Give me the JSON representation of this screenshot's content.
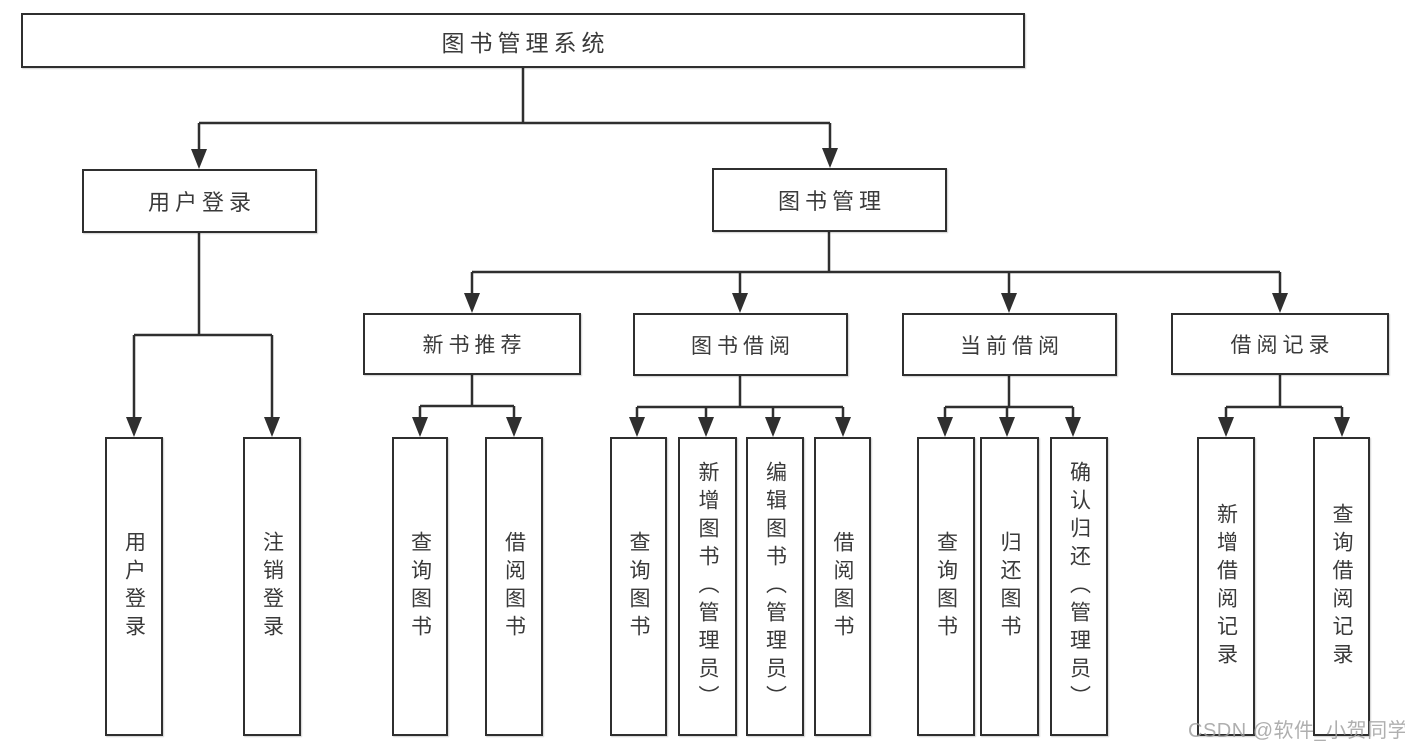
{
  "tree": {
    "label": "图书管理系统",
    "children": [
      {
        "label": "用户登录",
        "children": [
          {
            "label": "用户登录"
          },
          {
            "label": "注销登录"
          }
        ]
      },
      {
        "label": "图书管理",
        "children": [
          {
            "label": "新书推荐",
            "children": [
              {
                "label": "查询图书"
              },
              {
                "label": "借阅图书"
              }
            ]
          },
          {
            "label": "图书借阅",
            "children": [
              {
                "label": "查询图书"
              },
              {
                "label": "新增图书（管理员）"
              },
              {
                "label": "编辑图书（管理员）"
              },
              {
                "label": "借阅图书"
              }
            ]
          },
          {
            "label": "当前借阅",
            "children": [
              {
                "label": "查询图书"
              },
              {
                "label": "归还图书"
              },
              {
                "label": "确认归还（管理员）"
              }
            ]
          },
          {
            "label": "借阅记录",
            "children": [
              {
                "label": "新增借阅记录"
              },
              {
                "label": "查询借阅记录"
              }
            ]
          }
        ]
      }
    ]
  },
  "watermark": {
    "text": "CSDN @软件_小贺同学"
  },
  "colors": {
    "line": "#2f2f2f",
    "text": "#3a3a3a",
    "background": "#ffffff",
    "watermark": "#9e9e9e"
  }
}
